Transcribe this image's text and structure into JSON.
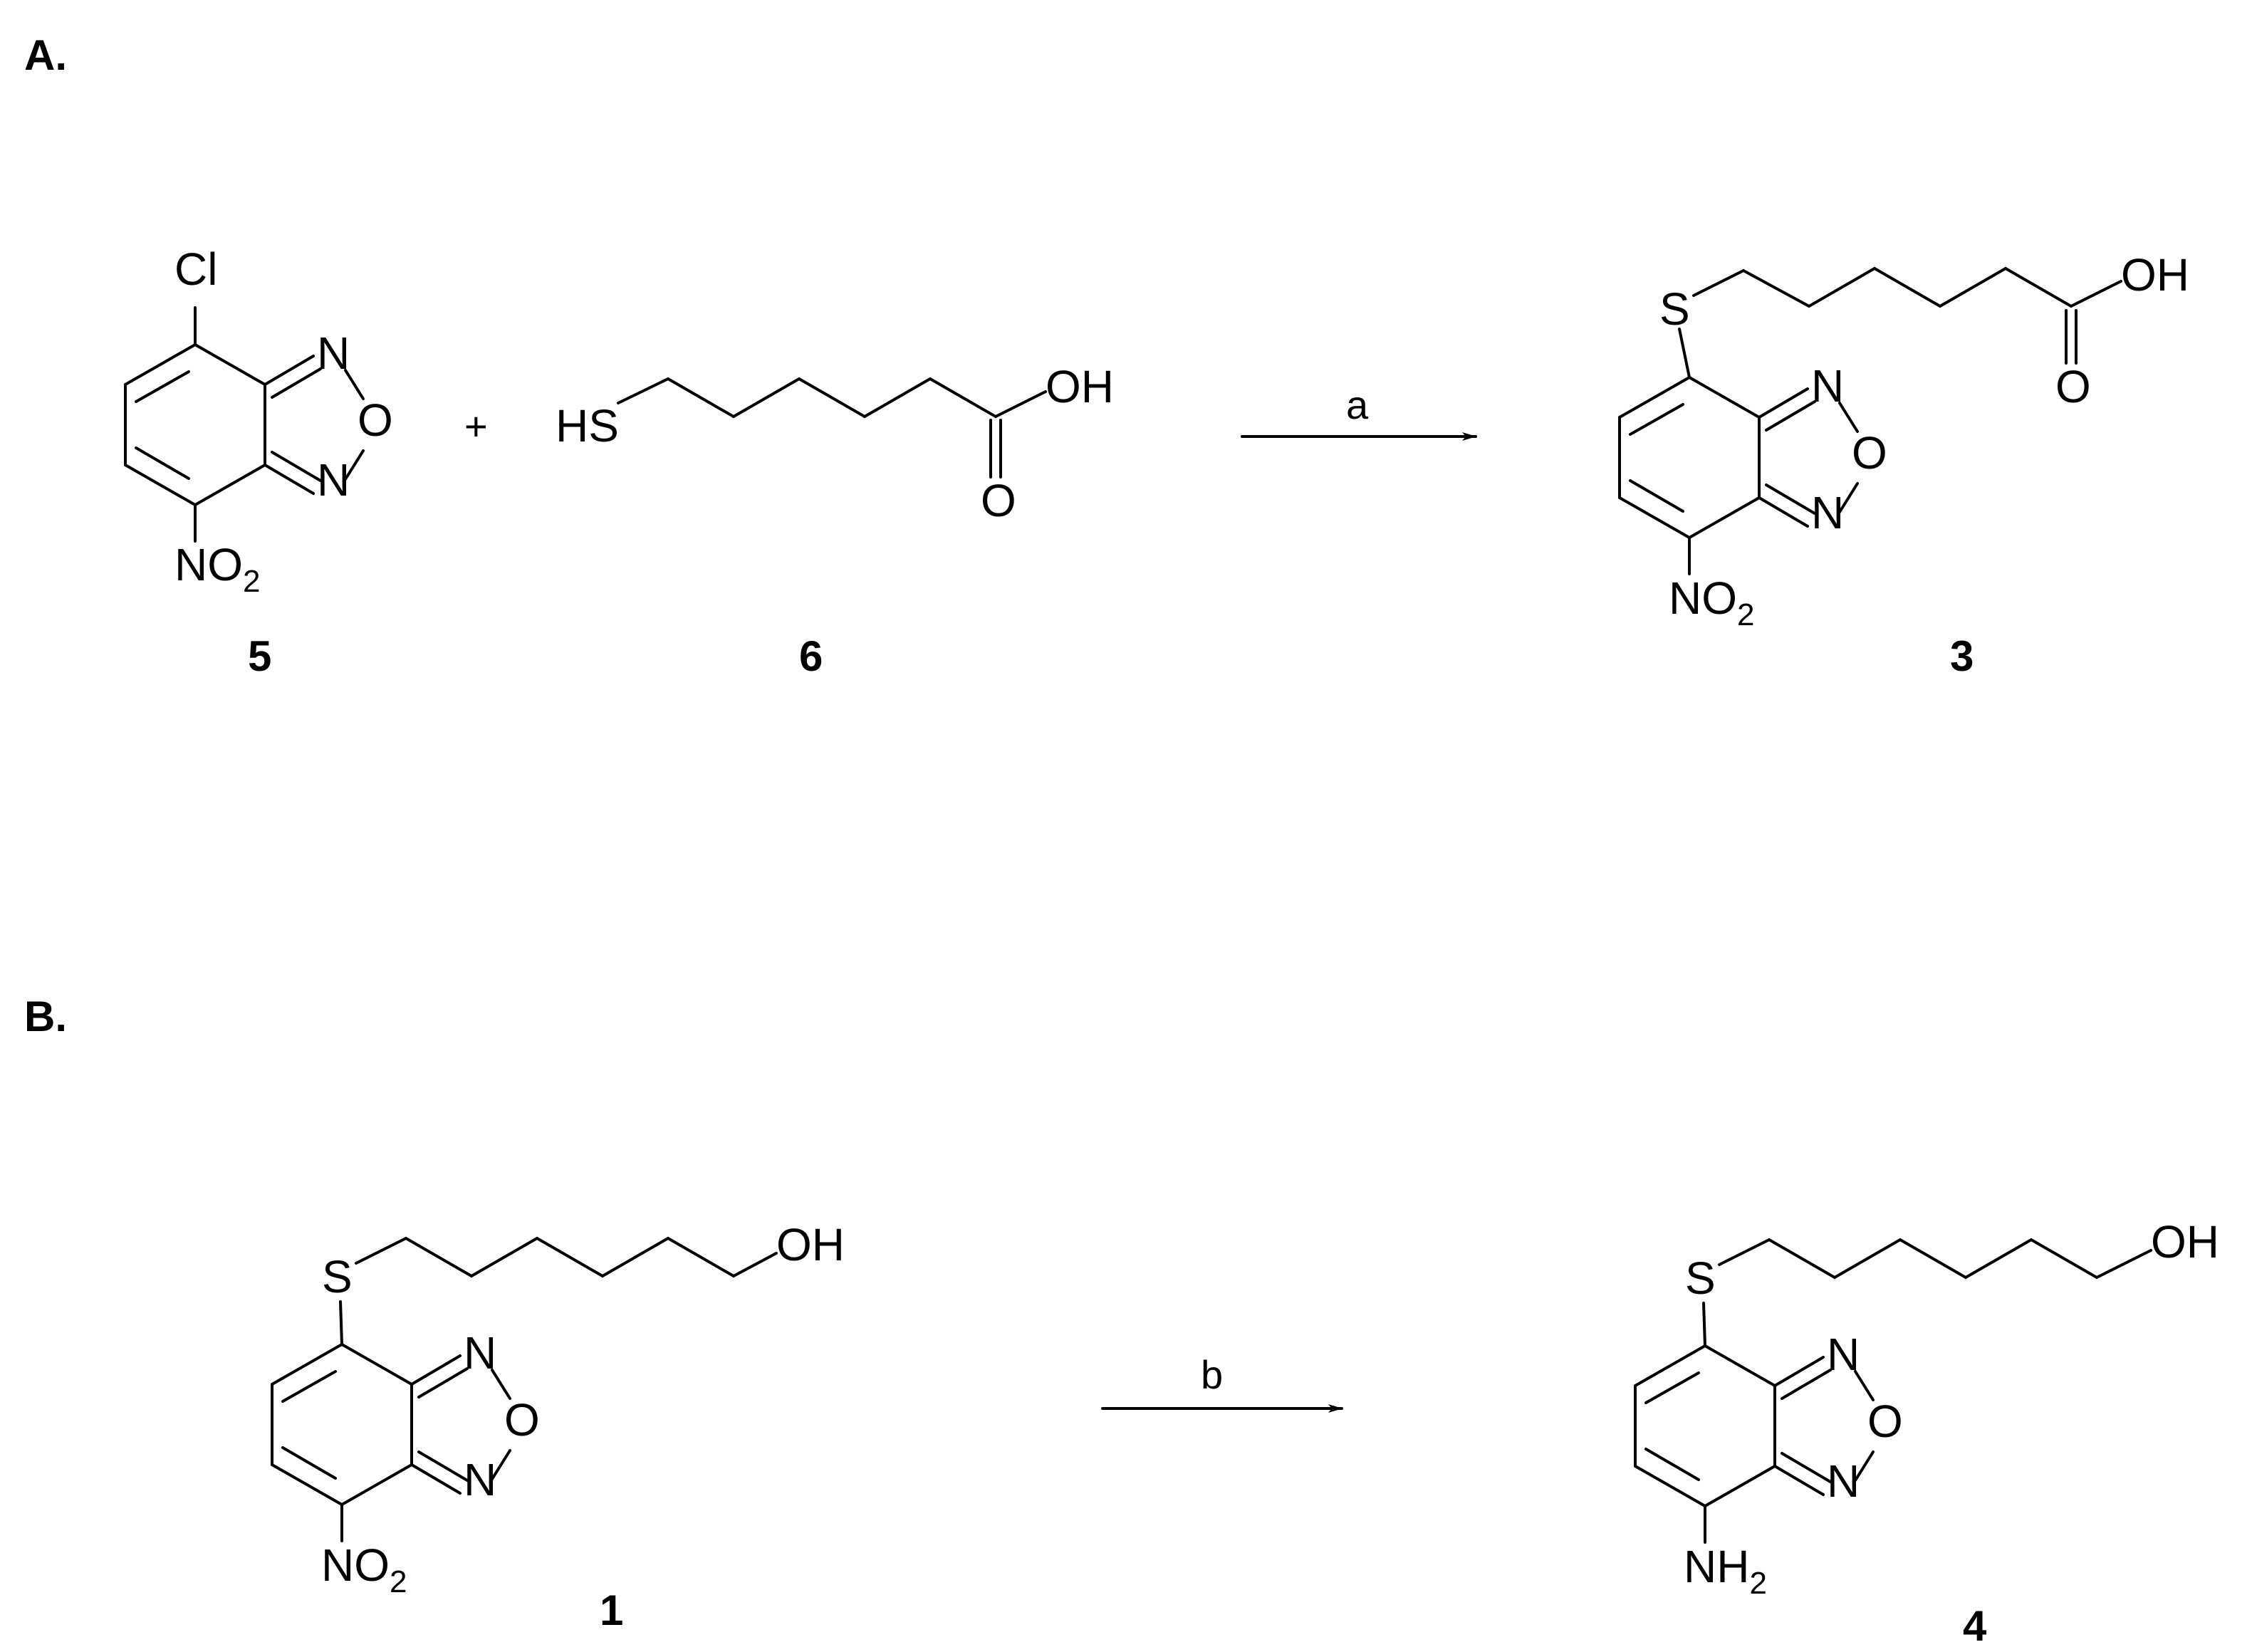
{
  "panels": {
    "a_label": "A.",
    "b_label": "B."
  },
  "scheme_a": {
    "reactant1_id": "5",
    "reactant2_id": "6",
    "product_id": "3",
    "plus": "+",
    "condition": "a",
    "atoms": {
      "cl": "Cl",
      "n": "N",
      "o": "O",
      "no2_main": "NO",
      "no2_sub": "2",
      "hs": "HS",
      "oh": "OH",
      "s": "S"
    }
  },
  "scheme_b": {
    "reactant_id": "1",
    "product_id": "4",
    "condition": "b",
    "atoms": {
      "s": "S",
      "oh": "OH",
      "n": "N",
      "o": "O",
      "no2_main": "NO",
      "no2_sub": "2",
      "nh2_main": "NH",
      "nh2_sub": "2"
    }
  }
}
